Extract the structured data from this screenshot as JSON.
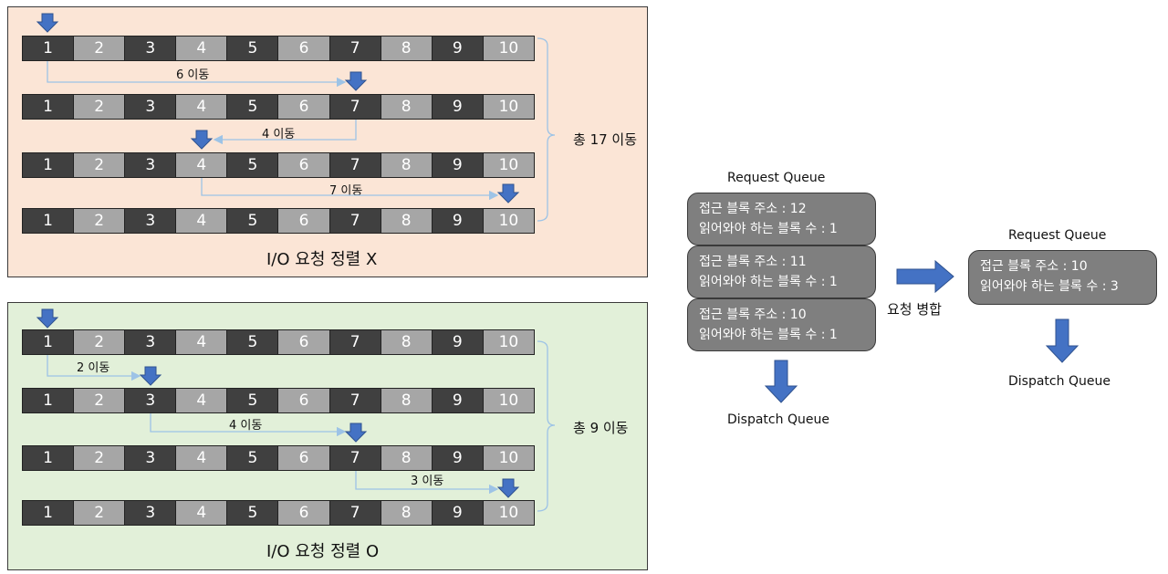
{
  "blocks": [
    "1",
    "2",
    "3",
    "4",
    "5",
    "6",
    "7",
    "8",
    "9",
    "10"
  ],
  "panel_x": {
    "caption": "I/O 요청 정렬 X",
    "moves": [
      "6 이동",
      "4 이동",
      "7 이동"
    ],
    "total": "총 17 이동",
    "head_positions": [
      1,
      7,
      4,
      10
    ]
  },
  "panel_o": {
    "caption": "I/O 요청 정렬 O",
    "moves": [
      "2 이동",
      "4 이동",
      "3 이동"
    ],
    "total": "총 9 이동",
    "head_positions": [
      1,
      3,
      7,
      10
    ]
  },
  "left_queue": {
    "title": "Request Queue",
    "requests": [
      {
        "addr": "접근 블록 주소 : 12",
        "count": "읽어와야 하는 블록 수 : 1"
      },
      {
        "addr": "접근 블록 주소 : 11",
        "count": "읽어와야 하는 블록 수 : 1"
      },
      {
        "addr": "접근 블록 주소 : 10",
        "count": "읽어와야 하는 블록 수 : 1"
      }
    ],
    "dispatch": "Dispatch Queue"
  },
  "merge_label": "요청 병합",
  "right_queue": {
    "title": "Request Queue",
    "requests": [
      {
        "addr": "접근 블록 주소 : 10",
        "count": "읽어와야 하는 블록 수 : 3"
      }
    ],
    "dispatch": "Dispatch Queue"
  },
  "colors": {
    "dark_block": "#404040",
    "light_block": "#a6a6a6",
    "arrow_blue": "#4472c4",
    "move_line": "#9dc3e6",
    "panel_x_bg": "#fbe5d6",
    "panel_o_bg": "#e2f0d9",
    "request_box": "#7f7f7f"
  }
}
